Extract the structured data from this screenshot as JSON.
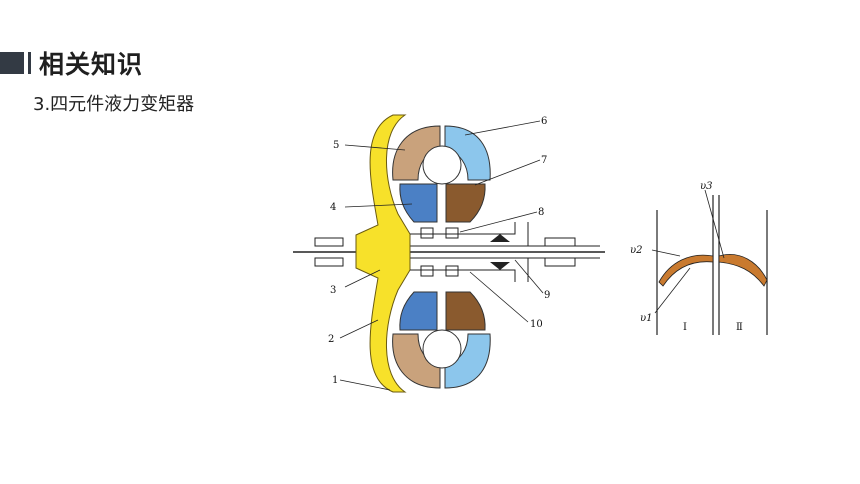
{
  "header": {
    "title": "相关知识"
  },
  "subtitle": "3.四元件液力变矩器",
  "diagram": {
    "part_labels": [
      "1",
      "2",
      "3",
      "4",
      "5",
      "6",
      "7",
      "8",
      "9",
      "10"
    ],
    "velocity_labels": {
      "v1": "υ1",
      "v2": "υ2",
      "v3": "υ3"
    },
    "region_labels": [
      "Ⅰ",
      "Ⅱ"
    ],
    "colors": {
      "housing": "#f7e12a",
      "pump": "#c9a27c",
      "turbine": "#8cc6ec",
      "stator_a": "#4b80c5",
      "stator_b": "#8a5a2e",
      "blade": "#c97a2f"
    }
  }
}
